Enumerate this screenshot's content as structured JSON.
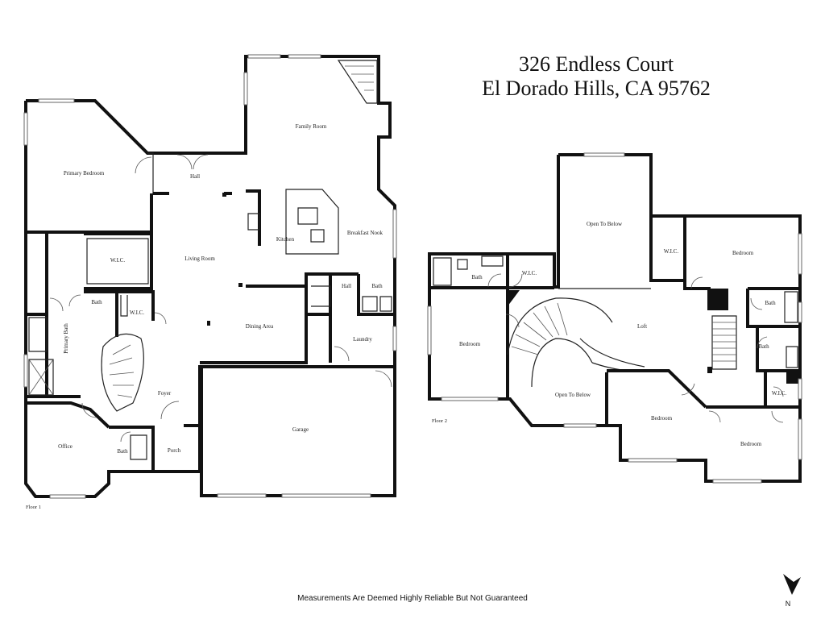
{
  "header": {
    "address_line1": "326 Endless Court",
    "address_line2": "El Dorado Hills, CA  95762"
  },
  "floor1": {
    "label": "Floor 1",
    "rooms": {
      "primary_bedroom": "Primary Bedroom",
      "hall_top": "Hall",
      "family_room": "Family Room",
      "wic_left": "W.I.C.",
      "living_room": "Living Room",
      "kitchen": "Kitchen",
      "breakfast_nook": "Breakfast Nook",
      "bath_small": "Bath",
      "wic_small": "W.I.C.",
      "primary_bath": "Primary Bath",
      "hall_right": "Hall",
      "bath_right": "Bath",
      "dining_area": "Dining Area",
      "laundry": "Laundry",
      "foyer": "Foyer",
      "garage": "Garage",
      "office": "Office",
      "bath_porch": "Bath",
      "porch": "Porch"
    }
  },
  "floor2": {
    "label": "Floor 2",
    "rooms": {
      "open_to_below_top": "Open To Below",
      "wic_top": "W.I.C.",
      "bedroom_ne": "Bedroom",
      "bath_left": "Bath",
      "wic_mid": "W.I.C.",
      "bath_right_top": "Bath",
      "bedroom_w": "Bedroom",
      "loft": "Loft",
      "bath_right_mid": "Bath",
      "open_to_below_bottom": "Open To Below",
      "wic_bottom": "W.I.C.",
      "bedroom_s": "Bedroom",
      "bedroom_se": "Bedroom"
    }
  },
  "footer": {
    "disclaimer": "Measurements Are Deemed Highly Reliable But Not Guaranteed",
    "north_label": "N"
  }
}
